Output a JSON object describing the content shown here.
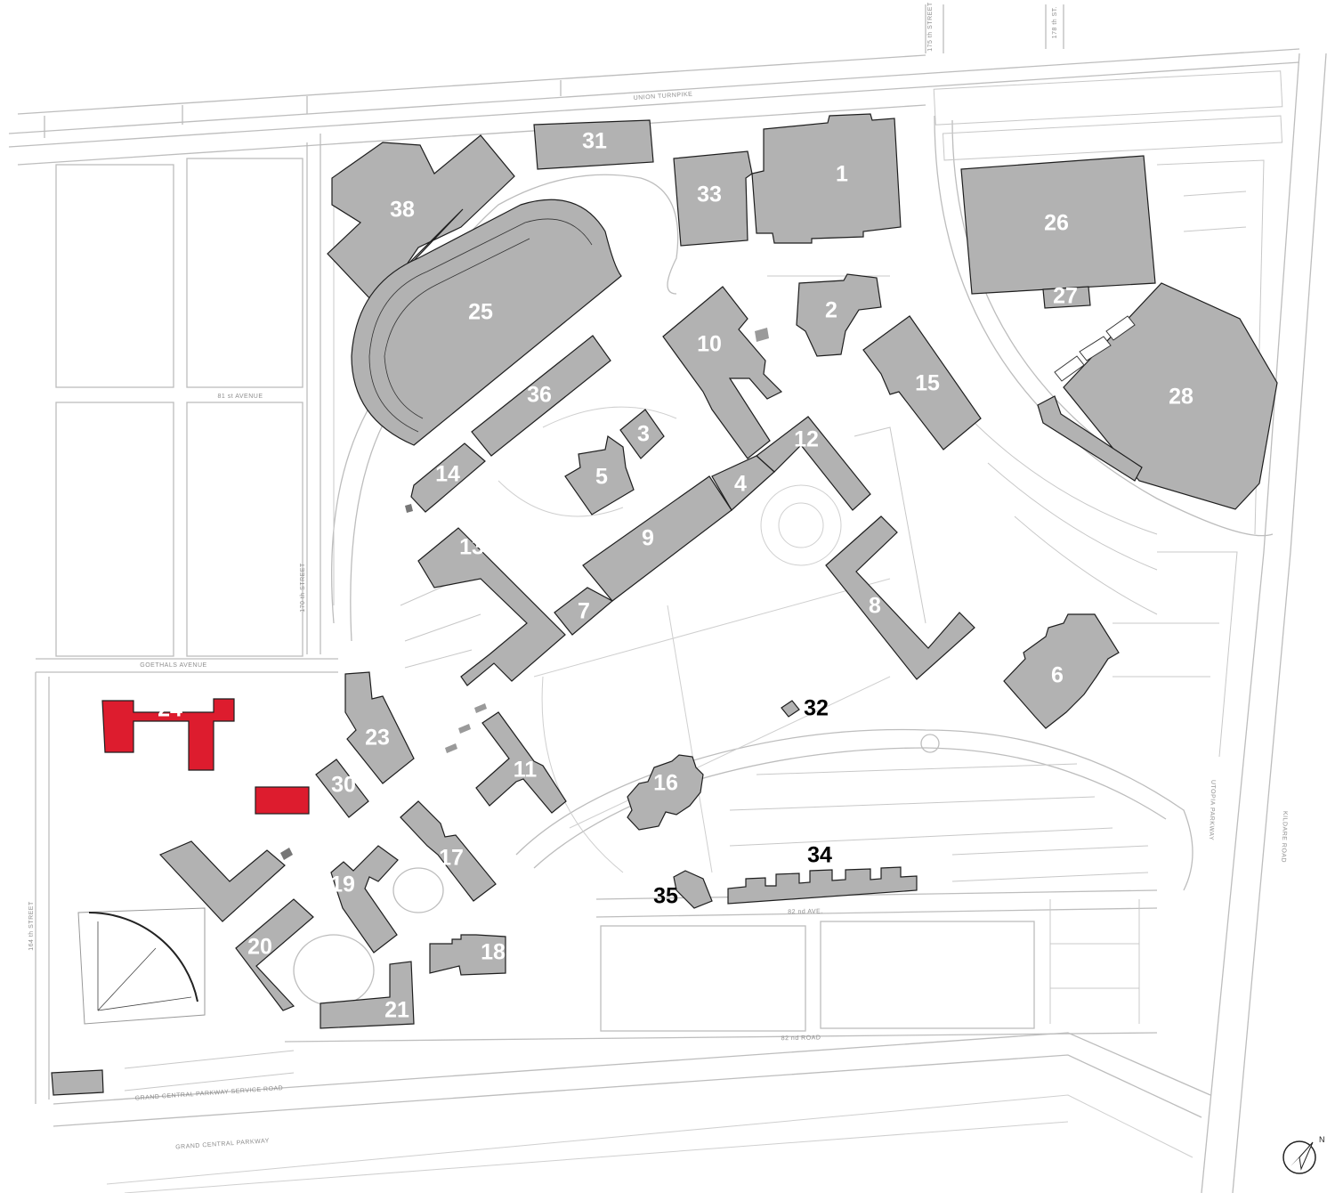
{
  "buildings": {
    "b1": "1",
    "b2": "2",
    "b3": "3",
    "b4": "4",
    "b5": "5",
    "b6": "6",
    "b7": "7",
    "b8": "8",
    "b9": "9",
    "b10": "10",
    "b11": "11",
    "b12": "12",
    "b13": "13",
    "b14": "14",
    "b15": "15",
    "b16": "16",
    "b17": "17",
    "b18": "18",
    "b19": "19",
    "b20": "20",
    "b21": "21",
    "b23": "23",
    "b24": "24",
    "b25": "25",
    "b26": "26",
    "b27": "27",
    "b28": "28",
    "b30": "30",
    "b31": "31",
    "b32": "32",
    "b33": "33",
    "b34": "34",
    "b35": "35",
    "b36": "36",
    "b38": "38"
  },
  "highlighted_buildings": [
    "24"
  ],
  "streets": {
    "union_turnpike": "UNION TURNPIKE",
    "st175": "175 th STREET",
    "st178": "178 th ST.",
    "ave81": "81 st AVENUE",
    "st170": "170 th STREET",
    "goethals": "GOETHALS AVENUE",
    "st164": "164 th STREET",
    "ave82": "82 nd AVE.",
    "rd82": "82 nd ROAD",
    "gcp_service": "GRAND CENTRAL PARKWAY SERVICE ROAD",
    "gcp": "GRAND CENTRAL PARKWAY",
    "utopia": "UTOPIA PARKWAY",
    "kildare": "KILDARE ROAD"
  },
  "colors": {
    "building": "#b2b2b2",
    "highlight": "#dd1c2e",
    "road": "#bdbdbd"
  },
  "icons": {
    "north_arrow": "north-arrow-icon"
  }
}
